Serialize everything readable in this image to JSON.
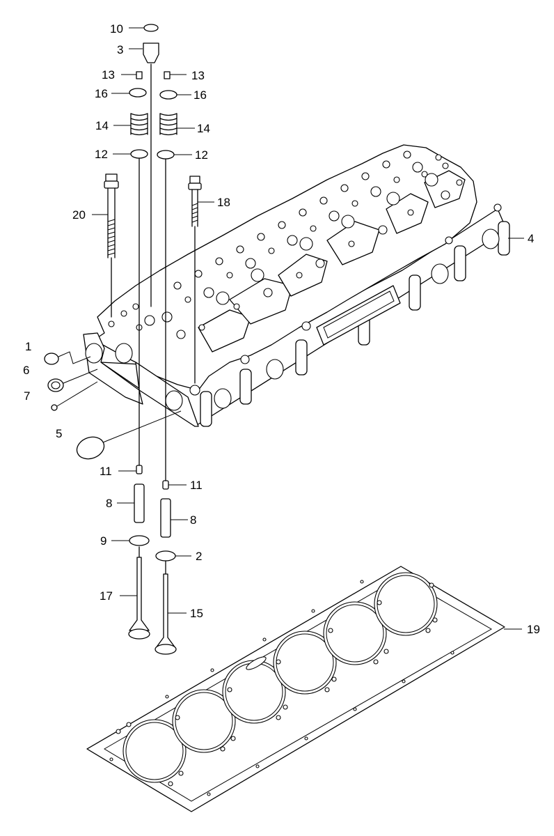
{
  "callouts": {
    "c1": "1",
    "c2": "2",
    "c3": "3",
    "c4": "4",
    "c5": "5",
    "c6": "6",
    "c7": "7",
    "c8a": "8",
    "c8b": "8",
    "c9": "9",
    "c10": "10",
    "c11a": "11",
    "c11b": "11",
    "c12a": "12",
    "c12b": "12",
    "c13a": "13",
    "c13b": "13",
    "c14a": "14",
    "c14b": "14",
    "c15": "15",
    "c16a": "16",
    "c16b": "16",
    "c17": "17",
    "c18": "18",
    "c19": "19",
    "c20": "20"
  }
}
